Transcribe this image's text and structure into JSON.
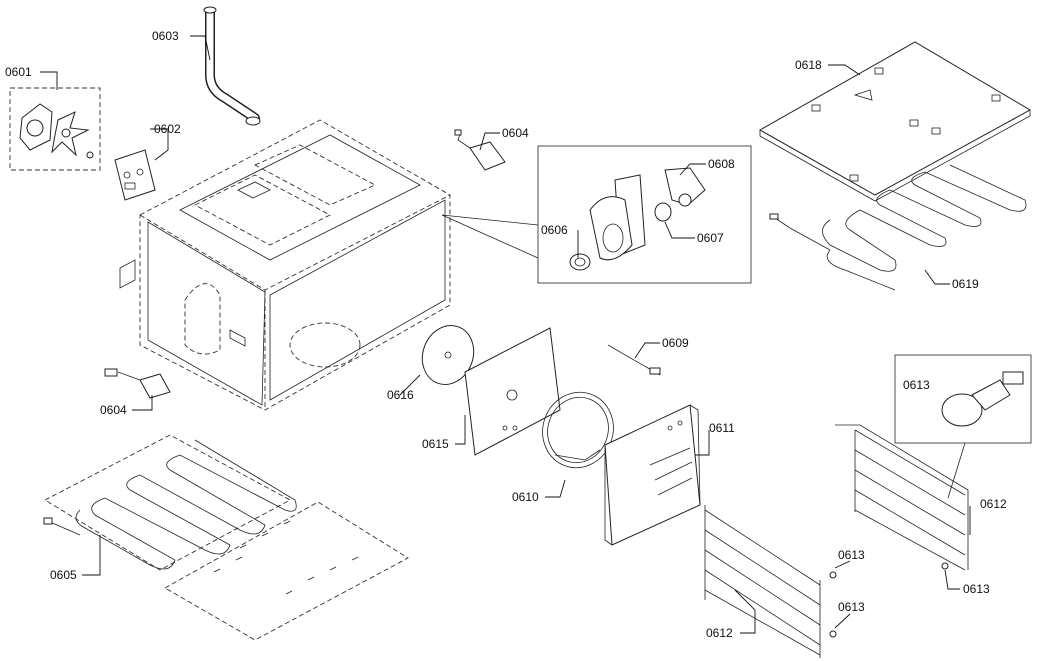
{
  "labels": {
    "l0601": "0601",
    "l0602": "0602",
    "l0603": "0603",
    "l0604a": "0604",
    "l0604b": "0604",
    "l0605": "0605",
    "l0606": "0606",
    "l0607": "0607",
    "l0608": "0608",
    "l0609": "0609",
    "l0610": "0610",
    "l0611": "0611",
    "l0612a": "0612",
    "l0612b": "0612",
    "l0613a": "0613",
    "l0613b": "0613",
    "l0613c": "0613",
    "l0613d": "0613",
    "l0615": "0615",
    "l0616": "0616",
    "l0618": "0618",
    "l0619": "0619"
  }
}
